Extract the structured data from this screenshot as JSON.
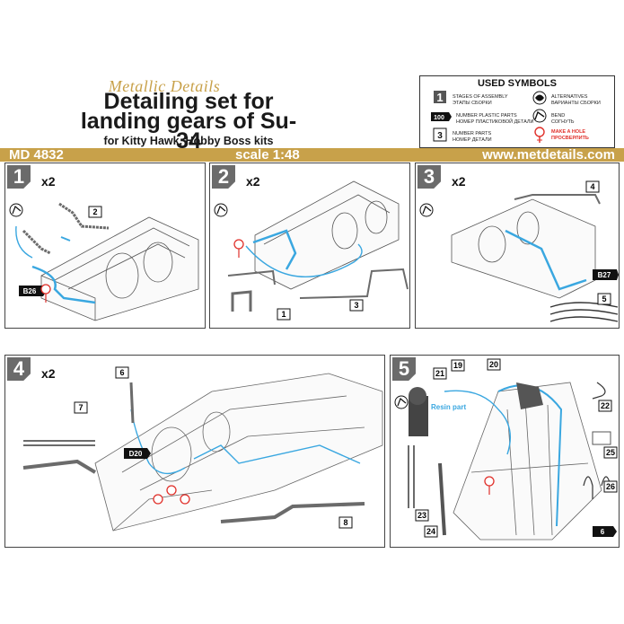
{
  "header": {
    "brand": "Metallic Details",
    "title_line1": "Detailing set for",
    "title_line2": "landing gears of Su-34",
    "subtitle": "for Kitty Hawk, Hobby Boss kits"
  },
  "band": {
    "code": "MD 4832",
    "scale": "scale 1:48",
    "url": "www.metdetails.com"
  },
  "legend": {
    "title": "USED SYMBOLS",
    "items": [
      {
        "en": "STAGES OF ASSEMBLY",
        "ru": "ЭТАПЫ СБОРКИ",
        "icon": "stage-number-icon",
        "label": "1"
      },
      {
        "en": "ALTERNATIVES",
        "ru": "ВАРИАНТЫ СБОРКИ",
        "icon": "alternatives-icon"
      },
      {
        "en": "NUMBER PLASTIC PARTS",
        "ru": "НОМЕР ПЛАСТИКОВОЙ ДЕТАЛИ",
        "icon": "plastic-part-icon",
        "label": "100"
      },
      {
        "en": "BEND",
        "ru": "СОГНУТЬ",
        "icon": "bend-icon"
      },
      {
        "en": "NUMBER PARTS",
        "ru": "НОМЕР ДЕТАЛИ",
        "icon": "part-number-icon",
        "label": "3"
      },
      {
        "en": "MAKE A HOLE",
        "ru": "ПРОСВЕРЛИТЬ",
        "icon": "drill-icon"
      }
    ]
  },
  "colors": {
    "gold": "#c8a14a",
    "blue": "#3aa7e0",
    "red": "#e0302a",
    "grey": "#6b6b6b"
  },
  "steps": [
    {
      "num": "1",
      "mult": "x2",
      "parts": [
        "2"
      ],
      "plastic": [
        "B26"
      ]
    },
    {
      "num": "2",
      "mult": "x2",
      "parts": [
        "1",
        "3"
      ],
      "plastic": []
    },
    {
      "num": "3",
      "mult": "x2",
      "parts": [
        "4",
        "5"
      ],
      "plastic": [
        "B27"
      ]
    },
    {
      "num": "4",
      "mult": "x2",
      "parts": [
        "6",
        "7",
        "8"
      ],
      "plastic": [
        "D20"
      ]
    },
    {
      "num": "5",
      "mult": "",
      "parts": [
        "19",
        "20",
        "21",
        "22",
        "23",
        "24",
        "25",
        "26"
      ],
      "plastic": [
        "6"
      ],
      "note": "Resin part"
    }
  ]
}
